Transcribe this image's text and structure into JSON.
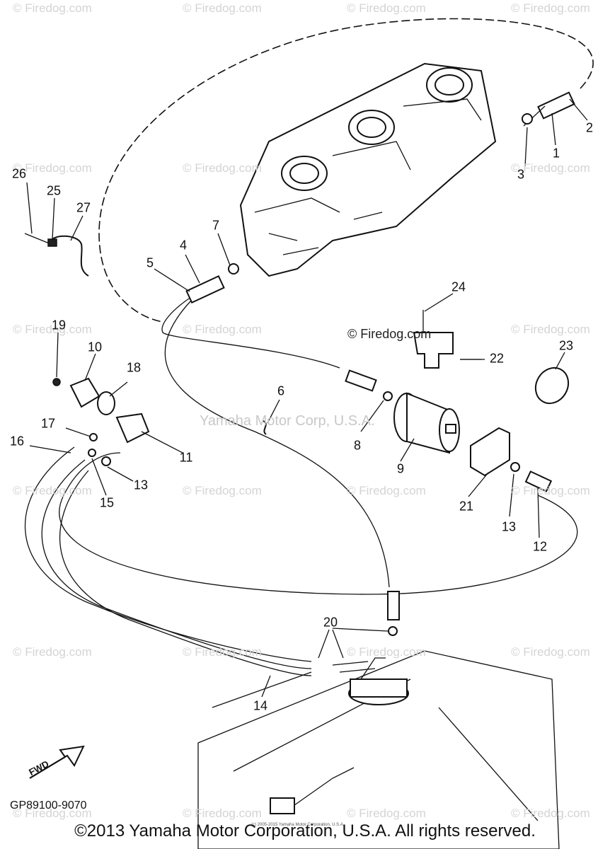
{
  "diagram_code": "GP89100-9070",
  "fwd_label": "FWD",
  "copyright": "©2013 Yamaha Motor Corporation, U.S.A. All rights reserved.",
  "fine_print": "(c) 2005-2015 Yamaha Motor Corporation, U.S.A.",
  "watermark": "© Firedog.com",
  "mid_watermark": "Yamaha Motor Corp, U.S.A.",
  "callouts": [
    "1",
    "2",
    "3",
    "4",
    "5",
    "6",
    "7",
    "8",
    "9",
    "10",
    "11",
    "12",
    "13",
    "13",
    "14",
    "15",
    "16",
    "17",
    "18",
    "19",
    "20",
    "21",
    "22",
    "23",
    "24",
    "25",
    "26",
    "27"
  ]
}
